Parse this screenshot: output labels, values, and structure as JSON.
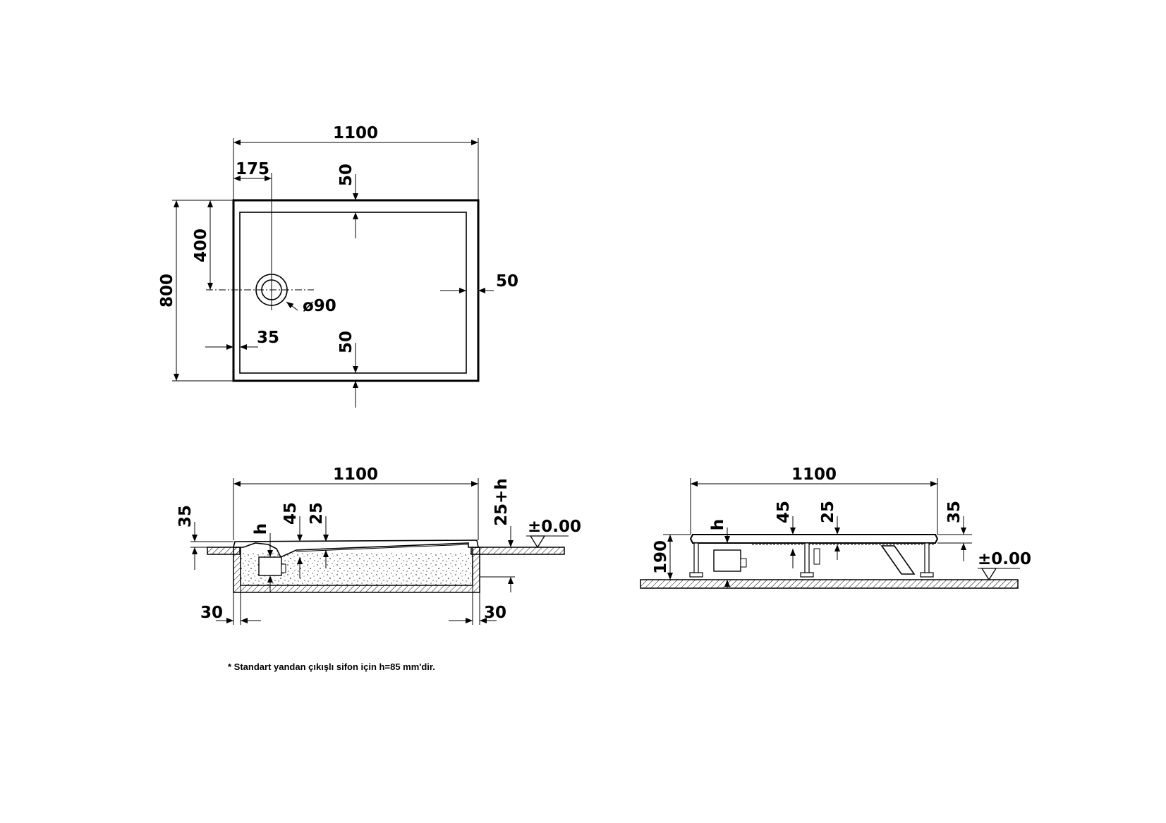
{
  "top_view": {
    "width_label": "1100",
    "drain_offset_label": "175",
    "top_rim_label": "50",
    "drain_y_label": "400",
    "depth_label": "800",
    "right_rim_label": "50",
    "drain_diameter_label": "ø90",
    "left_rim_label": "35",
    "bottom_rim_label": "50"
  },
  "section_view": {
    "width_label": "1100",
    "rim_label": "35",
    "siphon_label": "h",
    "slope_a_label": "45",
    "slope_b_label": "25",
    "recess_label": "25+h",
    "level_label": "±0.00",
    "left_gap_label": "30",
    "right_gap_label": "30"
  },
  "side_view": {
    "width_label": "1100",
    "slope_a_label": "45",
    "slope_b_label": "25",
    "rim_label": "35",
    "siphon_label": "h",
    "height_label": "190",
    "level_label": "±0.00"
  },
  "footnote": "* Standart yandan çıkışlı sifon için h=85 mm'dir."
}
